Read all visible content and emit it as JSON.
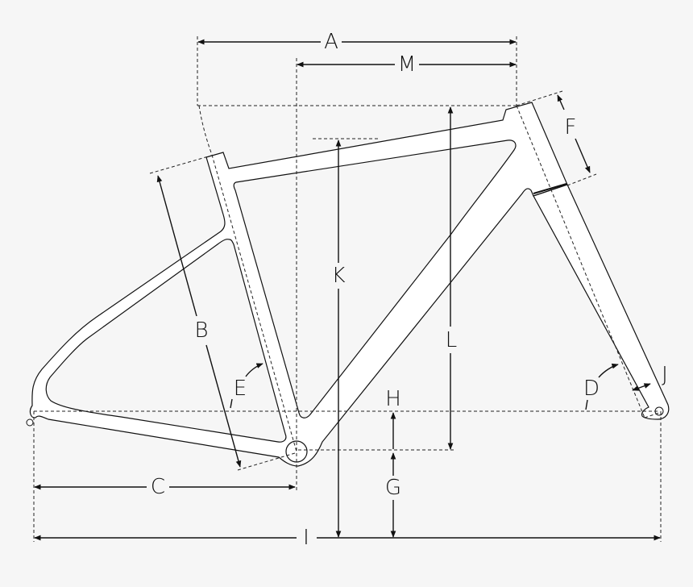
{
  "diagram": {
    "labels": {
      "A": "A",
      "M": "M",
      "B": "B",
      "C": "C",
      "D": "D",
      "E": "E",
      "F": "F",
      "G": "G",
      "H": "H",
      "I": "I",
      "J": "J",
      "K": "K",
      "L": "L"
    }
  }
}
